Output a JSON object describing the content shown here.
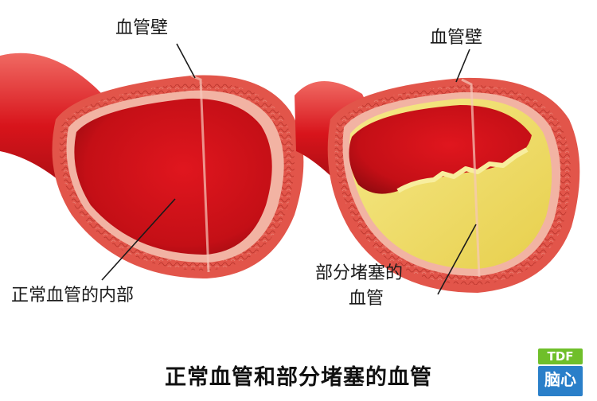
{
  "labels": {
    "wall_left": "血管壁",
    "wall_right": "血管壁",
    "normal_interior": "正常血管的内部",
    "partial_blockage_line1": "部分堵塞的",
    "partial_blockage_line2": "血管"
  },
  "title": "正常血管和部分堵塞的血管",
  "logo": {
    "top": "TDF",
    "bottom": "脑心"
  },
  "colors": {
    "blood": "#d8141b",
    "blood_dark": "#a30d12",
    "wall": "#e2554a",
    "wall_light": "#f2b3a3",
    "plaque": "#f1df6c"
  }
}
